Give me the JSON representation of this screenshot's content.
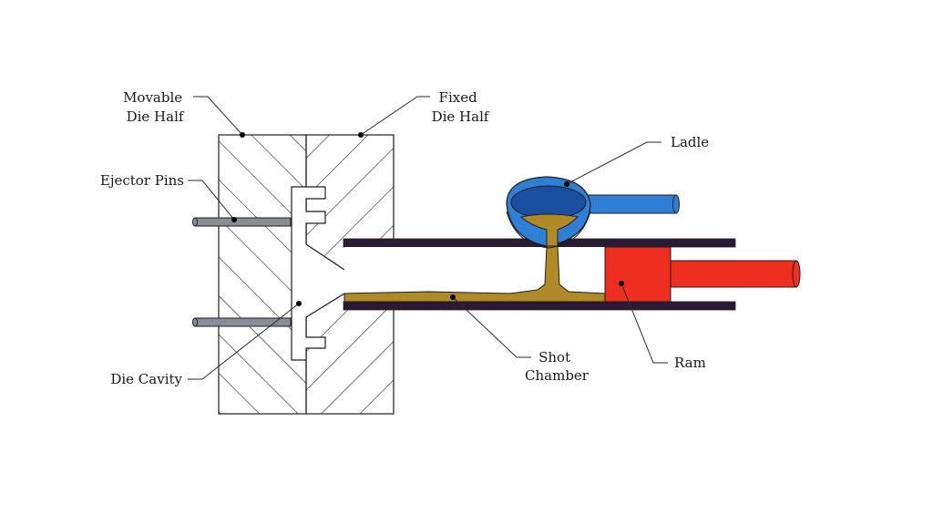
{
  "labels": {
    "movable_die_half": [
      "Movable",
      "Die Half"
    ],
    "fixed_die_half": [
      "Fixed",
      "Die Half"
    ],
    "ejector_pins": "Ejector Pins",
    "die_cavity": "Die Cavity",
    "ladle": "Ladle",
    "shot_chamber": [
      "Shot",
      "Chamber"
    ],
    "ram": "Ram"
  },
  "colors": {
    "ladle_outer": "#2f7fd6",
    "ladle_inner": "#1a4fa0",
    "molten_metal": "#b08a26",
    "ram": "#ee2e1f",
    "chamber_wall": "#2b1a33",
    "pin": "#8a8d96",
    "outline": "#1f1f1f"
  }
}
